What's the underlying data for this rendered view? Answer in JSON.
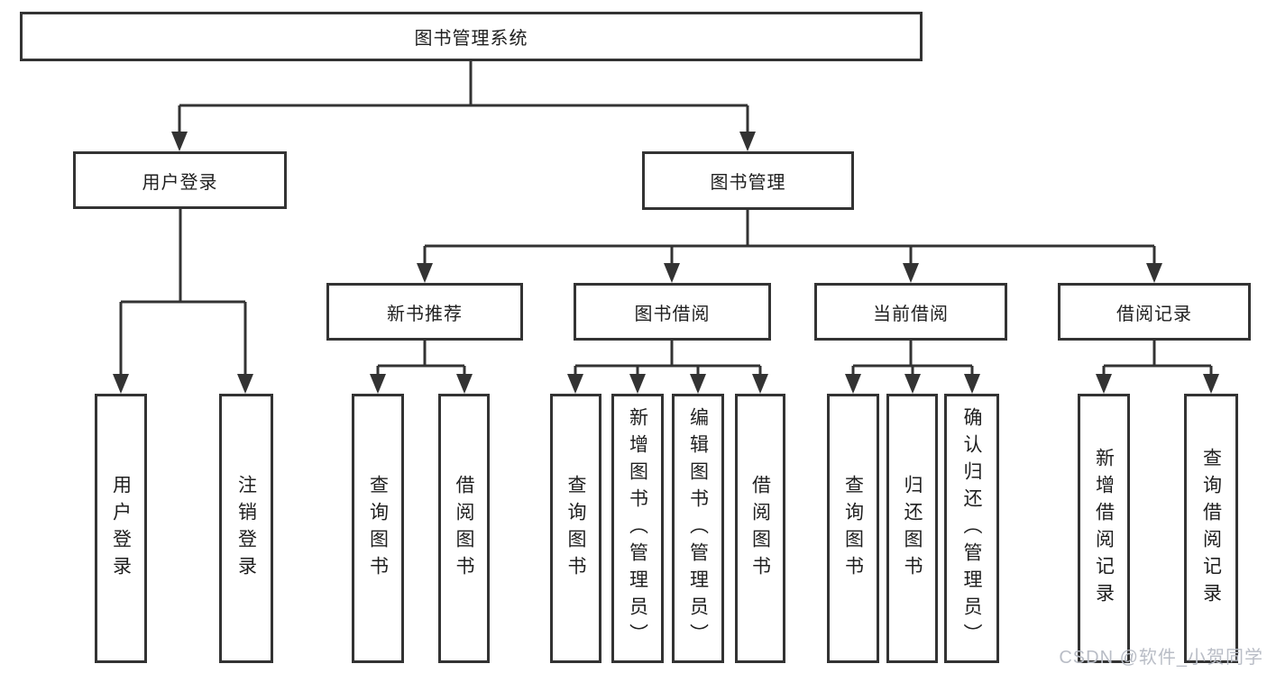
{
  "diagram": {
    "root": {
      "label": "图书管理系统"
    },
    "level2": {
      "user_login": {
        "label": "用户登录"
      },
      "book_mgmt": {
        "label": "图书管理"
      }
    },
    "level3": {
      "new_book_rec": {
        "label": "新书推荐"
      },
      "book_borrow": {
        "label": "图书借阅"
      },
      "current_borrow": {
        "label": "当前借阅"
      },
      "borrow_records": {
        "label": "借阅记录"
      }
    },
    "leaves": {
      "user_login": {
        "label": "用户登录"
      },
      "logout": {
        "label": "注销登录"
      },
      "query_books_1": {
        "label": "查询图书"
      },
      "borrow_books_1": {
        "label": "借阅图书"
      },
      "query_books_2": {
        "label": "查询图书"
      },
      "add_books_admin": {
        "label": "新增图书（管理员）"
      },
      "edit_books_admin": {
        "label": "编辑图书（管理员）"
      },
      "borrow_books_2": {
        "label": "借阅图书"
      },
      "query_books_3": {
        "label": "查询图书"
      },
      "return_books": {
        "label": "归还图书"
      },
      "confirm_return_admin": {
        "label": "确认归还（管理员）"
      },
      "add_borrow_record": {
        "label": "新增借阅记录"
      },
      "query_borrow_record": {
        "label": "查询借阅记录"
      }
    }
  },
  "watermark": {
    "text": "CSDN @软件_小贺同学"
  },
  "colors": {
    "line": "#333333",
    "box_border": "#333333",
    "box_bg": "#ffffff",
    "text": "#1f1f1f",
    "watermark": "#b9bdc6",
    "background": "#ffffff"
  }
}
